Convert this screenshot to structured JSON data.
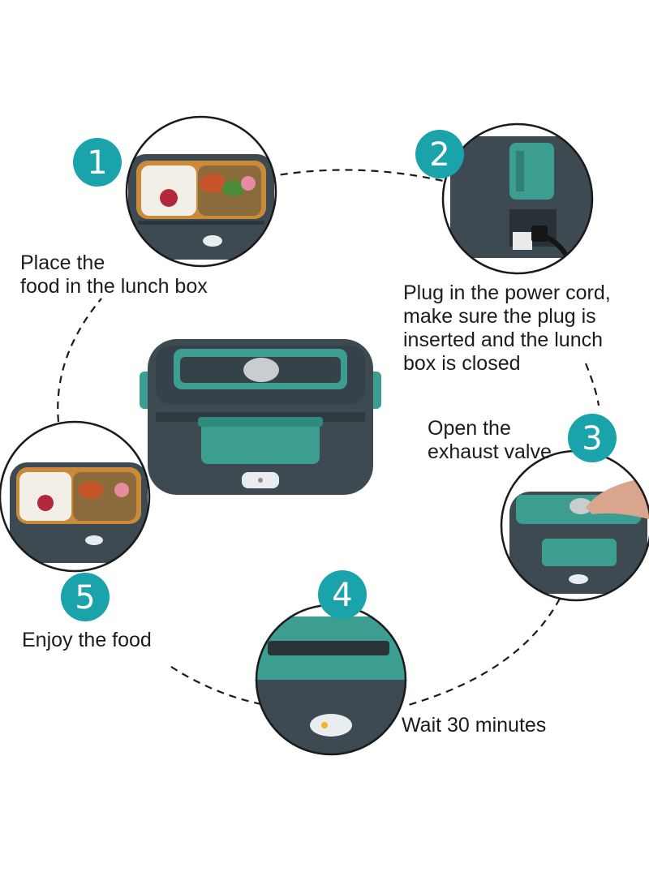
{
  "colors": {
    "accent": "#1aa3ab",
    "teal": "#3c9e90",
    "slate": "#3d4a52",
    "ring": "#1b1b1b"
  },
  "steps": [
    {
      "number": "1",
      "label_lines": [
        "Place the",
        "food in the lunch box"
      ]
    },
    {
      "number": "2",
      "label_lines": [
        "Plug in the power cord,",
        "make sure the plug is",
        "inserted and the lunch",
        "box is closed"
      ]
    },
    {
      "number": "3",
      "label_lines": [
        "Open the",
        "exhaust valve"
      ]
    },
    {
      "number": "4",
      "label_lines": [
        "Wait 30 minutes"
      ]
    },
    {
      "number": "5",
      "label_lines": [
        "Enjoy the food"
      ]
    }
  ]
}
